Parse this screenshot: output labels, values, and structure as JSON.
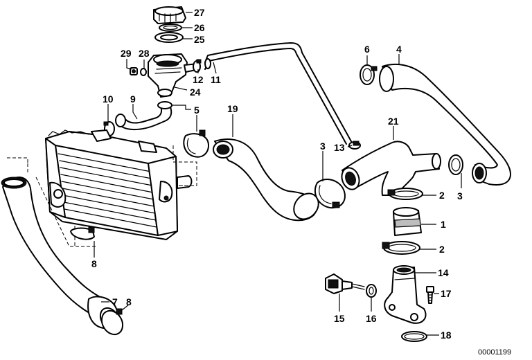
{
  "callouts": {
    "c27": "27",
    "c26": "26",
    "c25": "25",
    "c29": "29",
    "c28": "28",
    "c12": "12",
    "c11": "11",
    "c24": "24",
    "c10": "10",
    "c9": "9",
    "c5": "5",
    "c19": "19",
    "c6": "6",
    "c4": "4",
    "c21": "21",
    "c13": "13",
    "c3a": "3",
    "c3b": "3",
    "c2a": "2",
    "c1": "1",
    "c2b": "2",
    "c8a": "8",
    "c7": "7",
    "c8b": "8",
    "c14": "14",
    "c17": "17",
    "c15": "15",
    "c16": "16",
    "c18": "18"
  },
  "drawing_number": "00001199"
}
